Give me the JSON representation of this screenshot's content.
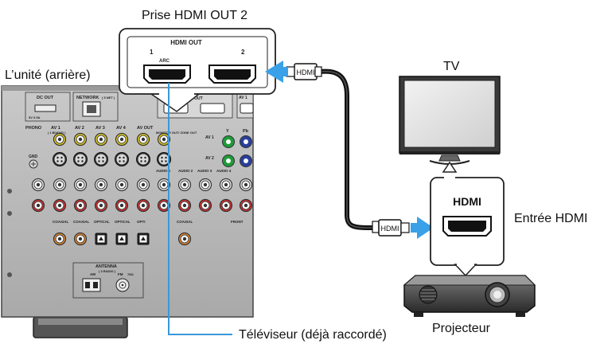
{
  "labels": {
    "hdmi_out2_jack": "Prise HDMI OUT 2",
    "unit_rear": "L’unité (arrière)",
    "tv": "TV",
    "hdmi_input": "Entrée HDMI",
    "projector": "Projecteur",
    "tv_already_connected": "Téléviseur (déjà raccordé)"
  },
  "callout": {
    "title": "HDMI OUT",
    "port1": "1",
    "port2": "2",
    "arc": "ARC"
  },
  "cable_plugs": {
    "top": "HDMI",
    "bottom": "HDMI"
  },
  "projector_panel": {
    "title": "HDMI"
  },
  "rear_panel": {
    "dc_out": "DC OUT",
    "dc_out_sub": "5V 0.5A",
    "network": "NETWORK",
    "network_sub": "( 5 NET )",
    "hdmi_out": "HDMI OUT",
    "av1": "AV 1",
    "phono": "PHONO",
    "av1_sub": "( 1 BD/DVD )",
    "av2": "AV 2",
    "av3": "AV 3",
    "av4": "AV 4",
    "av_out": "AV OUT",
    "monitor_out": "MONITOR OUT/ ZONE OUT",
    "gnd": "GND",
    "y": "Y",
    "pb": "Pb",
    "av1_side": "AV 1",
    "av2_side": "AV 2",
    "audio1": "AUDIO 1",
    "audio2": "AUDIO 2",
    "audio3": "AUDIO 3",
    "audio4": "AUDIO 4",
    "front": "FRONT",
    "coaxial1": "COAXIAL",
    "coaxial2": "COAXIAL",
    "optical1": "OPTICAL",
    "optical2": "OPTICAL",
    "optical3": "OPTI",
    "coaxial3": "COAXIAL",
    "antenna": "ANTENNA",
    "antenna_sub": "( 3 RADIO )",
    "am": "AM",
    "fm": "FM",
    "fm_ohm": "75Ω"
  },
  "colors": {
    "arrow": "#3aa0e8",
    "lead_line": "#3a98d8",
    "panel": "#b8b8b8",
    "cable": "#111111"
  }
}
